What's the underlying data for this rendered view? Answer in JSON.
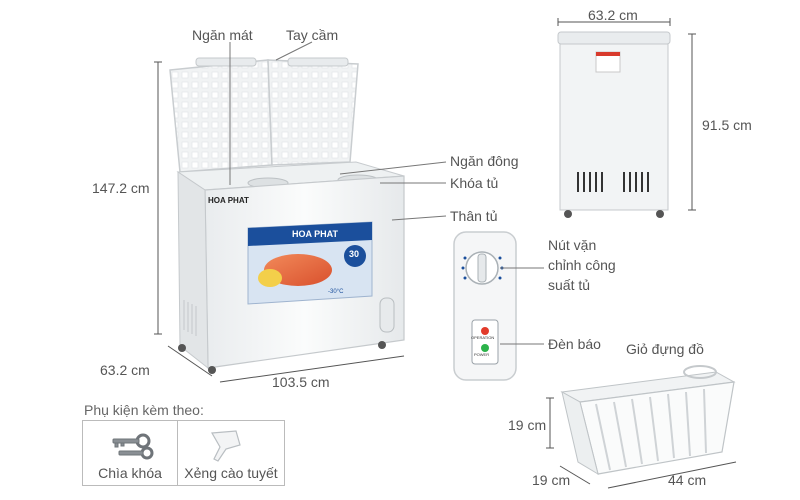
{
  "labels": {
    "ngan_mat": "Ngăn mát",
    "tay_cam": "Tay cầm",
    "ngan_dong": "Ngăn đông",
    "khoa_tu": "Khóa tủ",
    "than_tu": "Thân tủ",
    "nut_van_line1": "Nút vặn",
    "nut_van_line2": "chỉnh công",
    "nut_van_line3": "suất tủ",
    "den_bao": "Đèn báo",
    "gio_dung_do": "Giỏ đựng đồ"
  },
  "dimensions": {
    "height_total": "147.2 cm",
    "depth": "63.2 cm",
    "width": "103.5 cm",
    "side_width": "63.2 cm",
    "side_height": "91.5 cm",
    "basket_height": "19 cm",
    "basket_depth": "19 cm",
    "basket_width": "44 cm"
  },
  "brand": {
    "logo": "HOA PHAT",
    "panel_logo": "HOA PHAT",
    "badge": "30",
    "control_text_1": "OPERATION",
    "control_text_2": "POWER",
    "panel_temp": "-30°C"
  },
  "accessories": {
    "title": "Phụ kiện kèm theo:",
    "items": [
      "Chìa khóa",
      "Xẻng cào tuyết"
    ]
  },
  "colors": {
    "line": "#444444",
    "body": "#f4f6f7",
    "brand_blue": "#1b4f9c",
    "accent_red": "#e23b2b",
    "accent_green": "#2bb34a"
  }
}
